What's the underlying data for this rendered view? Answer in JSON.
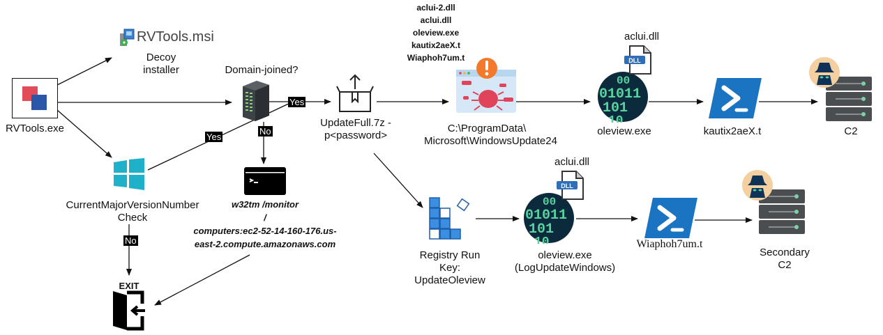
{
  "diagram": {
    "title": "RVTools.exe infection chain",
    "nodes": {
      "rvtools_exe": {
        "label": "RVTools.exe",
        "icon": "rvtools-app-icon"
      },
      "rvtools_msi": {
        "label": "RVTools.msi",
        "icon": "installer-icon"
      },
      "decoy": {
        "label_lines": [
          "Decoy",
          "installer"
        ]
      },
      "domain_check": {
        "label": "Domain-joined?",
        "icon": "server-tower-icon"
      },
      "version_check": {
        "label_lines": [
          "CurrentMajorVersionNumber",
          "Check"
        ],
        "icon": "windows-logo-icon"
      },
      "w32tm": {
        "label_lines": [
          "w32tm /monitor",
          "/",
          "computers:ec2-52-14-160-176.us-",
          "east-2.compute.amazonaws.com"
        ],
        "icon": "terminal-icon"
      },
      "exit": {
        "label": "EXIT",
        "icon": "exit-door-icon"
      },
      "archive": {
        "label_lines": [
          "UpdateFull.7z -",
          "p<password>"
        ],
        "icon": "package-upload-icon"
      },
      "dropped_files": {
        "files": [
          "aclui-2.dll",
          "aclui.dll",
          "oleview.exe",
          "kautix2aeX.t",
          "Wiaphoh7um.t"
        ]
      },
      "program_data": {
        "label_lines": [
          "C:\\ProgramData\\",
          "Microsoft\\WindowsUpdate24"
        ],
        "icon": "malware-window-icon"
      },
      "oleview_top": {
        "label": "oleview.exe",
        "dll_label": "aclui.dll",
        "dll_badge": "DLL",
        "icon": "binary-code-icon"
      },
      "kautix": {
        "label": "kautix2aeX.t",
        "icon": "powershell-icon"
      },
      "c2": {
        "label": "C2",
        "icon": "hacker-server-icon"
      },
      "registry": {
        "label_lines": [
          "Registry Run",
          "Key:",
          "UpdateOleview"
        ],
        "icon": "registry-icon"
      },
      "oleview_bottom": {
        "label_lines": [
          "oleview.exe",
          "(LogUpdateWindows)"
        ],
        "dll_label": "aclui.dll",
        "dll_badge": "DLL",
        "icon": "binary-code-icon"
      },
      "wiaphoh": {
        "label": "Wiaphoh7um.t",
        "icon": "powershell-icon"
      },
      "secondary_c2": {
        "label_lines": [
          "Secondary",
          "C2"
        ],
        "icon": "hacker-server-icon"
      }
    },
    "edge_labels": {
      "domain_yes": "Yes",
      "version_yes": "Yes",
      "domain_no": "No",
      "version_no": "No"
    },
    "colors": {
      "line": "#111111",
      "tag_bg": "#000000",
      "powershell_blue": "#1b74c2",
      "windows_teal": "#1fb1c9",
      "registry_blue": "#3c8ee0",
      "rv_red": "#e14b5a",
      "rv_blue": "#2b57a8",
      "server_gray": "#4a4e51",
      "binary_bg": "#0b2a3c",
      "binary_green": "#58d3a0",
      "hacker_circle": "#f4cfa0",
      "hacker_navy": "#0f3358",
      "alert_orange": "#f37a2a",
      "bug_red": "#e0445a"
    }
  }
}
